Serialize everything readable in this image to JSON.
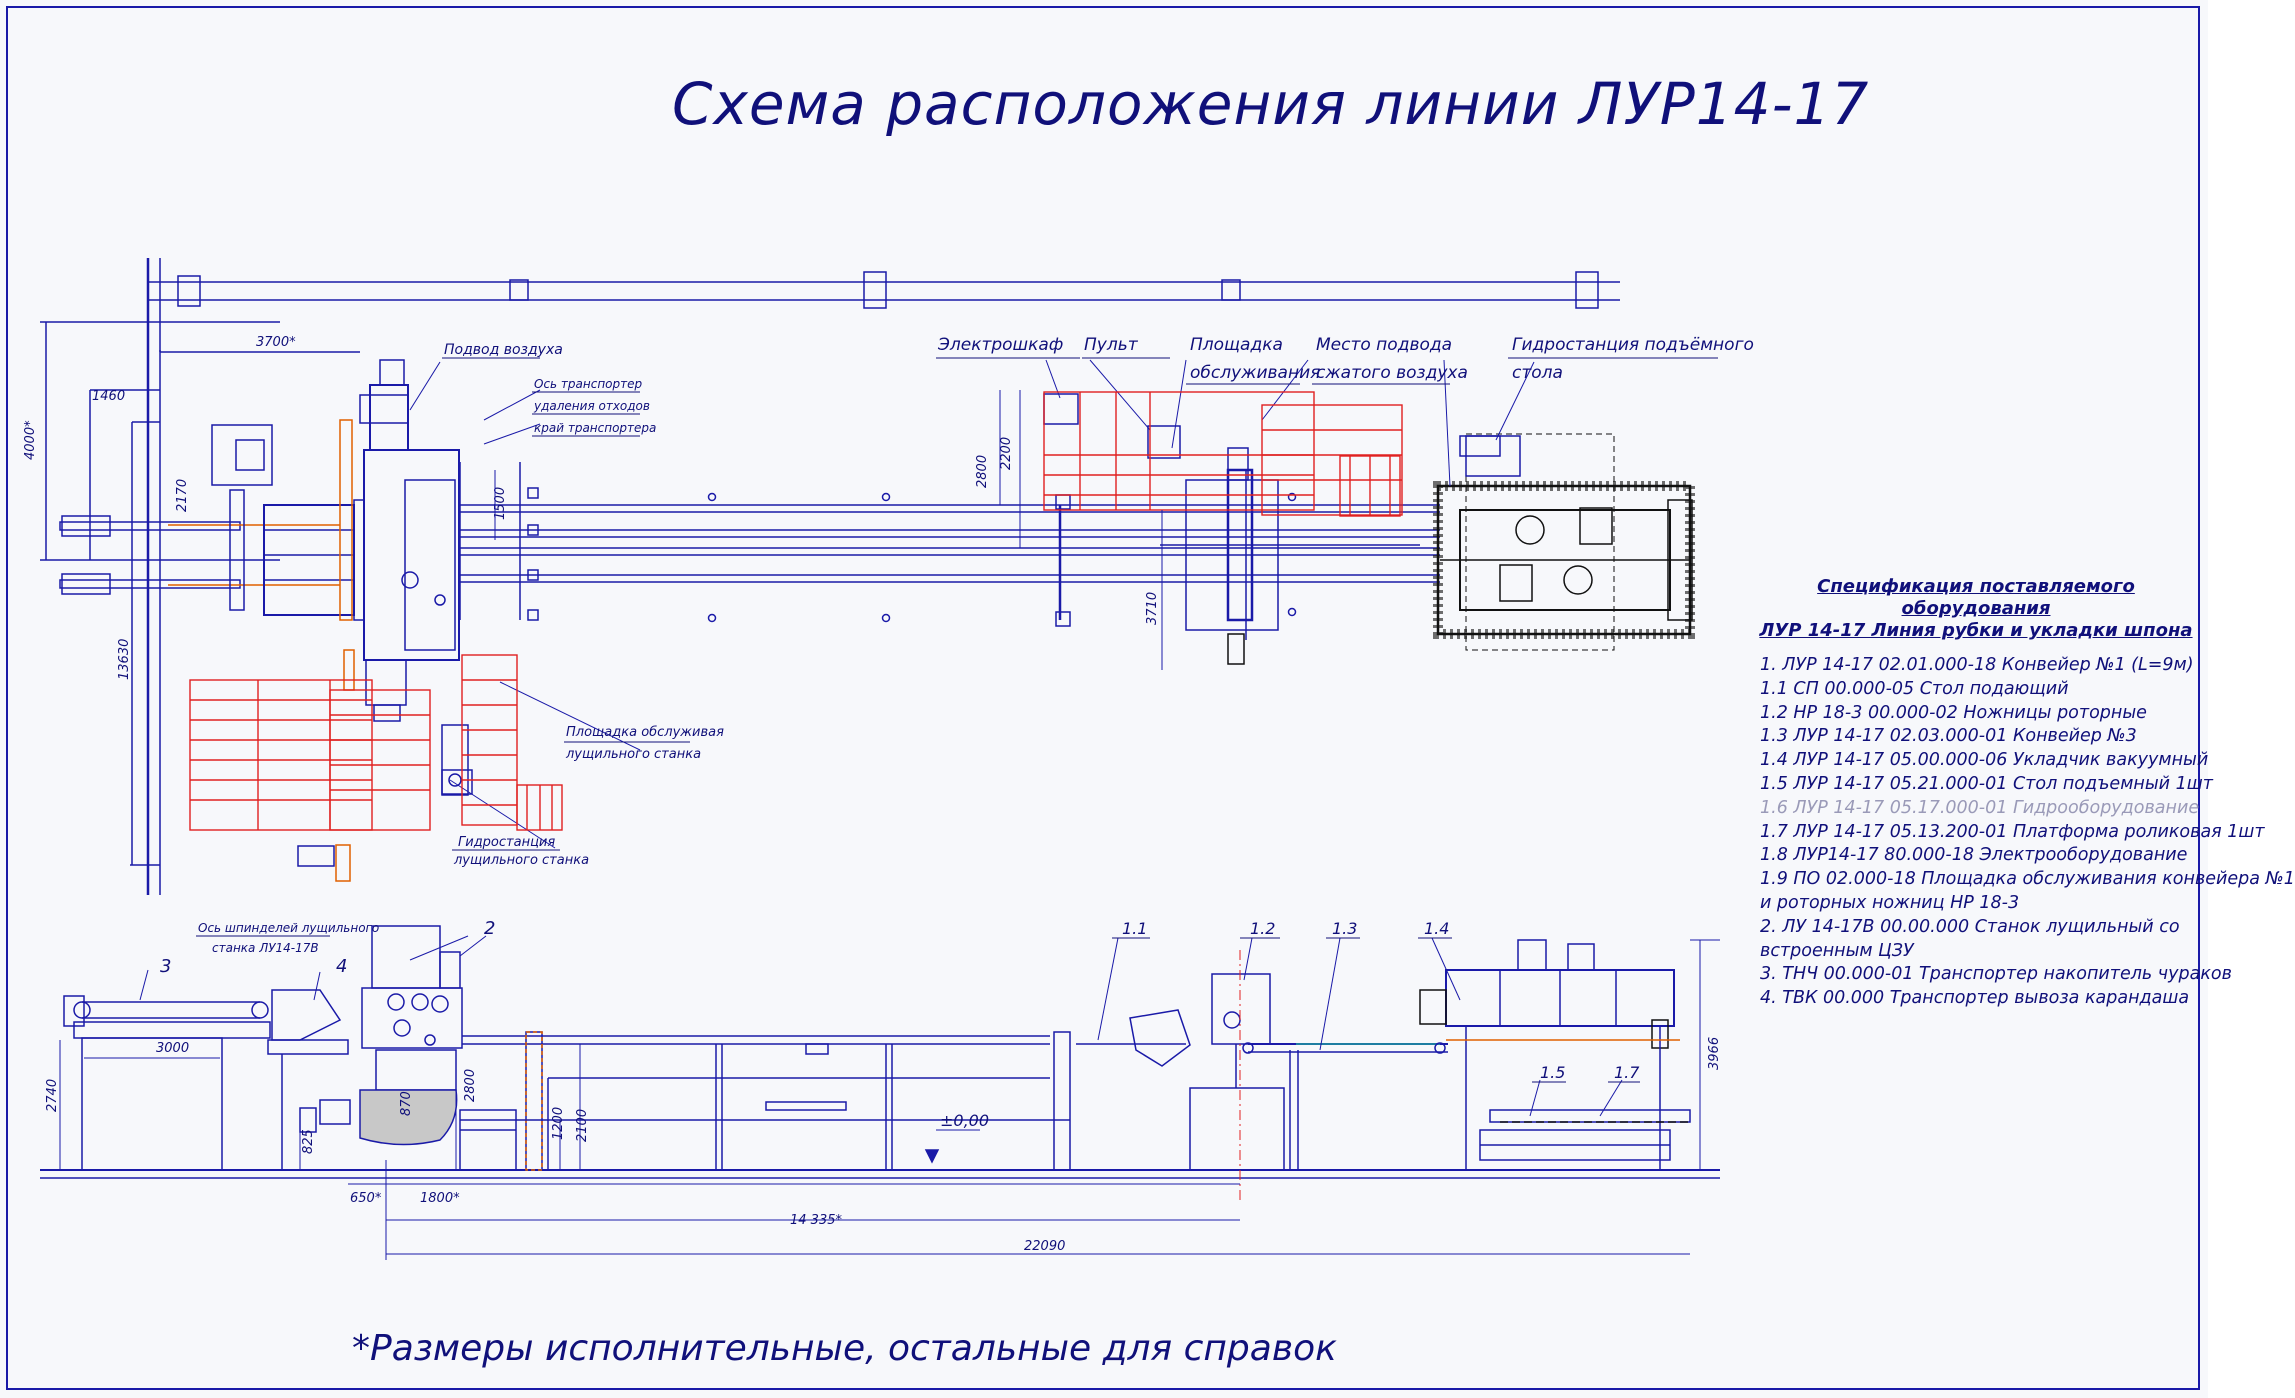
{
  "title": "Схема расположения линии ЛУР14-17",
  "footnote": "*Размеры исполнительные, остальные для справок",
  "plan_labels": {
    "air_supply": "Подвод воздуха",
    "axis_waste_conveyor_1": "Ось транспортер",
    "axis_waste_conveyor_2": "удаления отходов",
    "conveyor_edge": "край транспортера",
    "el_cabinet": "Электрошкаф",
    "console": "Пульт",
    "service_platform_1": "Площадка",
    "service_platform_2": "обслуживания",
    "air_point_1": "Место подвода",
    "air_point_2": "сжатого воздуха",
    "hydro_lift_1": "Гидростанция подъёмного",
    "hydro_lift_2": "стола",
    "lathe_platform_1": "Площадка обслуживая",
    "lathe_platform_2": "лущильного станка",
    "lathe_hydro_1": "Гидростанция",
    "lathe_hydro_2": "лущильного станка",
    "spindle_axis_1": "Ось шпинделей лущильного",
    "spindle_axis_2": "станка ЛУ14-17В"
  },
  "plan_dims": {
    "d3700": "3700*",
    "d1460": "1460",
    "d4000": "4000*",
    "d2170": "2170",
    "d1500": "1500",
    "d13630": "13630",
    "d2800": "2800",
    "d2200": "2200",
    "d3710": "3710"
  },
  "elev_labels": {
    "p3": "3",
    "p2": "2",
    "p4": "4",
    "p11": "1.1",
    "p12": "1.2",
    "p13": "1.3",
    "p14": "1.4",
    "p15": "1.5",
    "p17": "1.7",
    "zero": "±0,00"
  },
  "elev_dims": {
    "d3000": "3000",
    "d2740": "2740",
    "d825": "825",
    "d870": "870",
    "d2800": "2800",
    "d1200": "1200",
    "d2100": "2100",
    "d650": "650*",
    "d1800": "1800*",
    "d14335": "14 335*",
    "d22090": "22090",
    "d3966": "3966"
  },
  "spec": {
    "heading_1": "Спецификация поставляемого оборудования",
    "heading_2": "ЛУР 14-17 Линия рубки и укладки шпона",
    "items": [
      {
        "text": "1.  ЛУР 14-17 02.01.000-18 Конвейер №1 (L=9м)",
        "dim": false
      },
      {
        "text": "1.1  СП 00.000-05 Стол подающий",
        "dim": false
      },
      {
        "text": "1.2  НР 18-3 00.000-02 Ножницы роторные",
        "dim": false
      },
      {
        "text": "1.3  ЛУР 14-17 02.03.000-01 Конвейер №3",
        "dim": false
      },
      {
        "text": "1.4  ЛУР 14-17 05.00.000-06 Укладчик вакуумный",
        "dim": false
      },
      {
        "text": "1.5  ЛУР 14-17 05.21.000-01 Стол подъемный              1шт",
        "dim": false
      },
      {
        "text": "1.6  ЛУР 14-17 05.17.000-01 Гидрооборудование",
        "dim": true
      },
      {
        "text": "1.7  ЛУР 14-17 05.13.200-01 Платформа роликовая   1шт",
        "dim": false
      },
      {
        "text": "1.8  ЛУР14-17 80.000-18 Электрооборудование",
        "dim": false
      },
      {
        "text": "1.9  ПО 02.000-18 Площадка обслуживания конвейера №1",
        "dim": false
      },
      {
        "text": "      и роторных ножниц НР 18-3",
        "dim": false
      },
      {
        "text": "2.  ЛУ 14-17В 00.00.000 Станок лущильный со",
        "dim": false
      },
      {
        "text": "      встроенным ЦЗУ",
        "dim": false
      },
      {
        "text": "3.  ТНЧ 00.000-01 Транспортер накопитель чураков",
        "dim": false
      },
      {
        "text": "4.  ТВК 00.000 Транспортер вывоза карандаша",
        "dim": false
      }
    ]
  },
  "colors": {
    "line": "#1a1aa8",
    "platform": "#e02020",
    "text": "#10107a",
    "dark": "#111111"
  }
}
